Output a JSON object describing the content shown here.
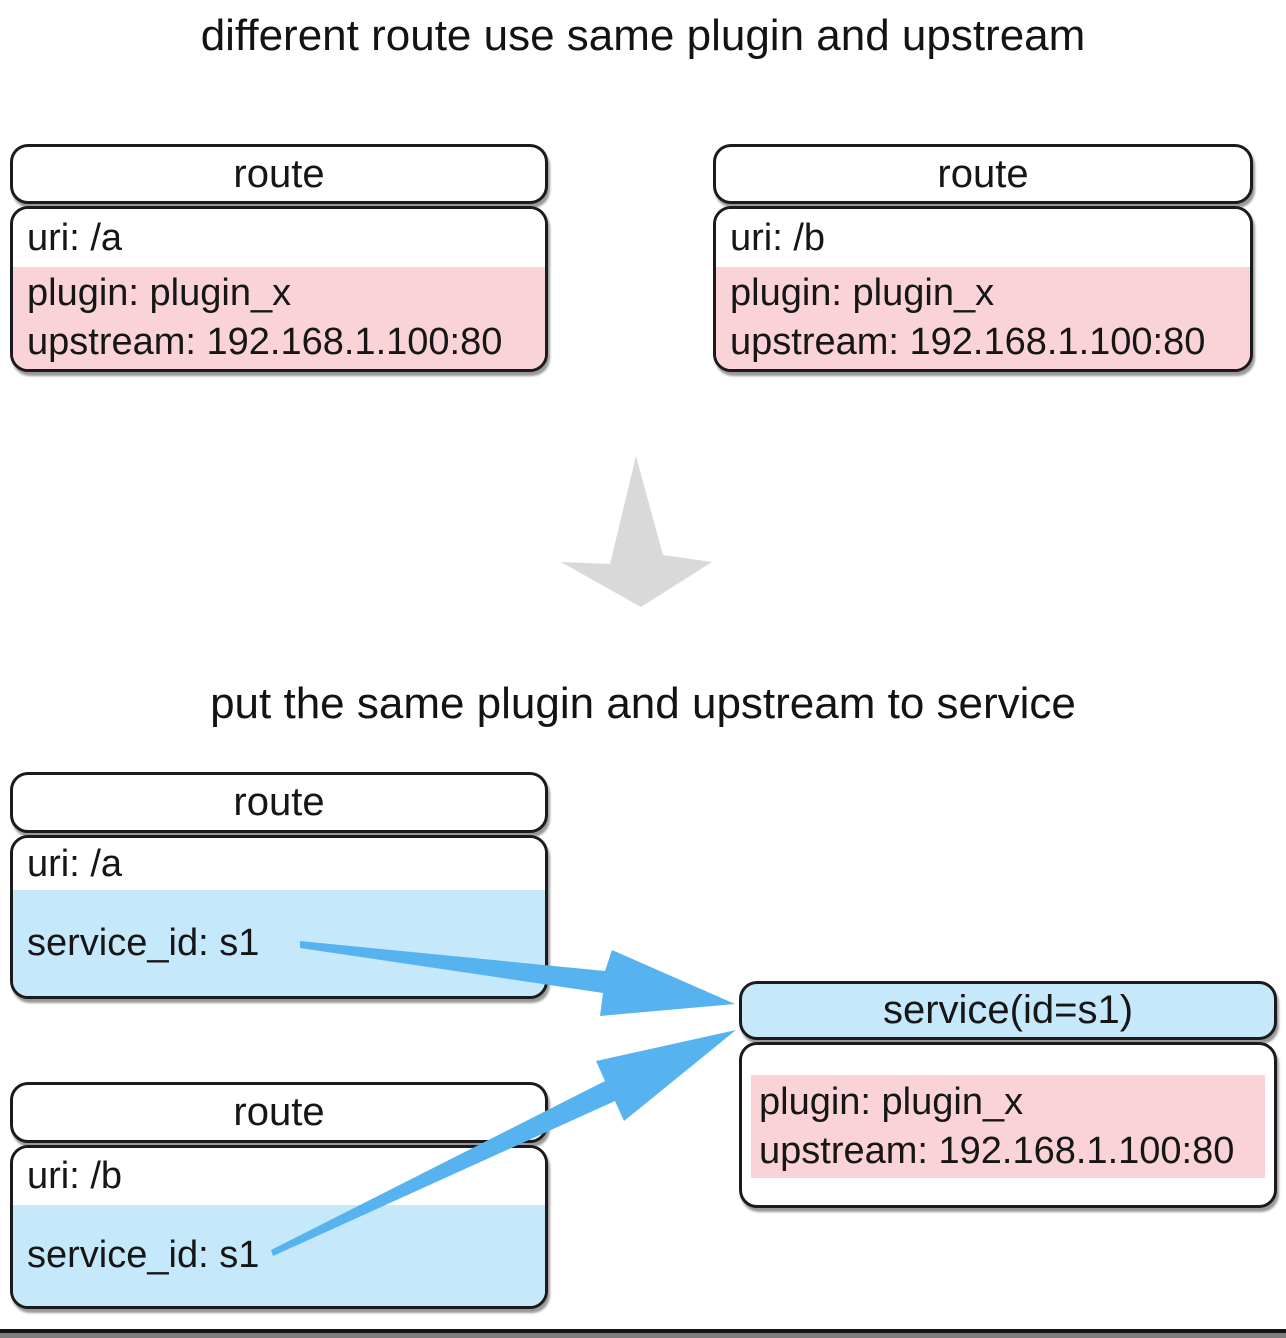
{
  "colors": {
    "pink_section": "#f9d3d8",
    "blue_section": "#c5e9fb",
    "arrow_blue": "#57b3f0",
    "arrow_gray": "#d9d9d9",
    "border": "#1b1b1b"
  },
  "section1": {
    "title": "different route use same plugin and upstream",
    "routes": [
      {
        "header": "route",
        "uri": "uri: /a",
        "plugin": "plugin: plugin_x",
        "upstream": "upstream: 192.168.1.100:80"
      },
      {
        "header": "route",
        "uri": "uri: /b",
        "plugin": "plugin: plugin_x",
        "upstream": "upstream: 192.168.1.100:80"
      }
    ]
  },
  "section2": {
    "title": "put the same plugin and upstream to service",
    "routes": [
      {
        "header": "route",
        "uri": "uri: /a",
        "service_id": "service_id: s1"
      },
      {
        "header": "route",
        "uri": "uri: /b",
        "service_id": "service_id: s1"
      }
    ],
    "service": {
      "header": "service(id=s1)",
      "plugin": "plugin: plugin_x",
      "upstream": "upstream: 192.168.1.100:80"
    }
  }
}
